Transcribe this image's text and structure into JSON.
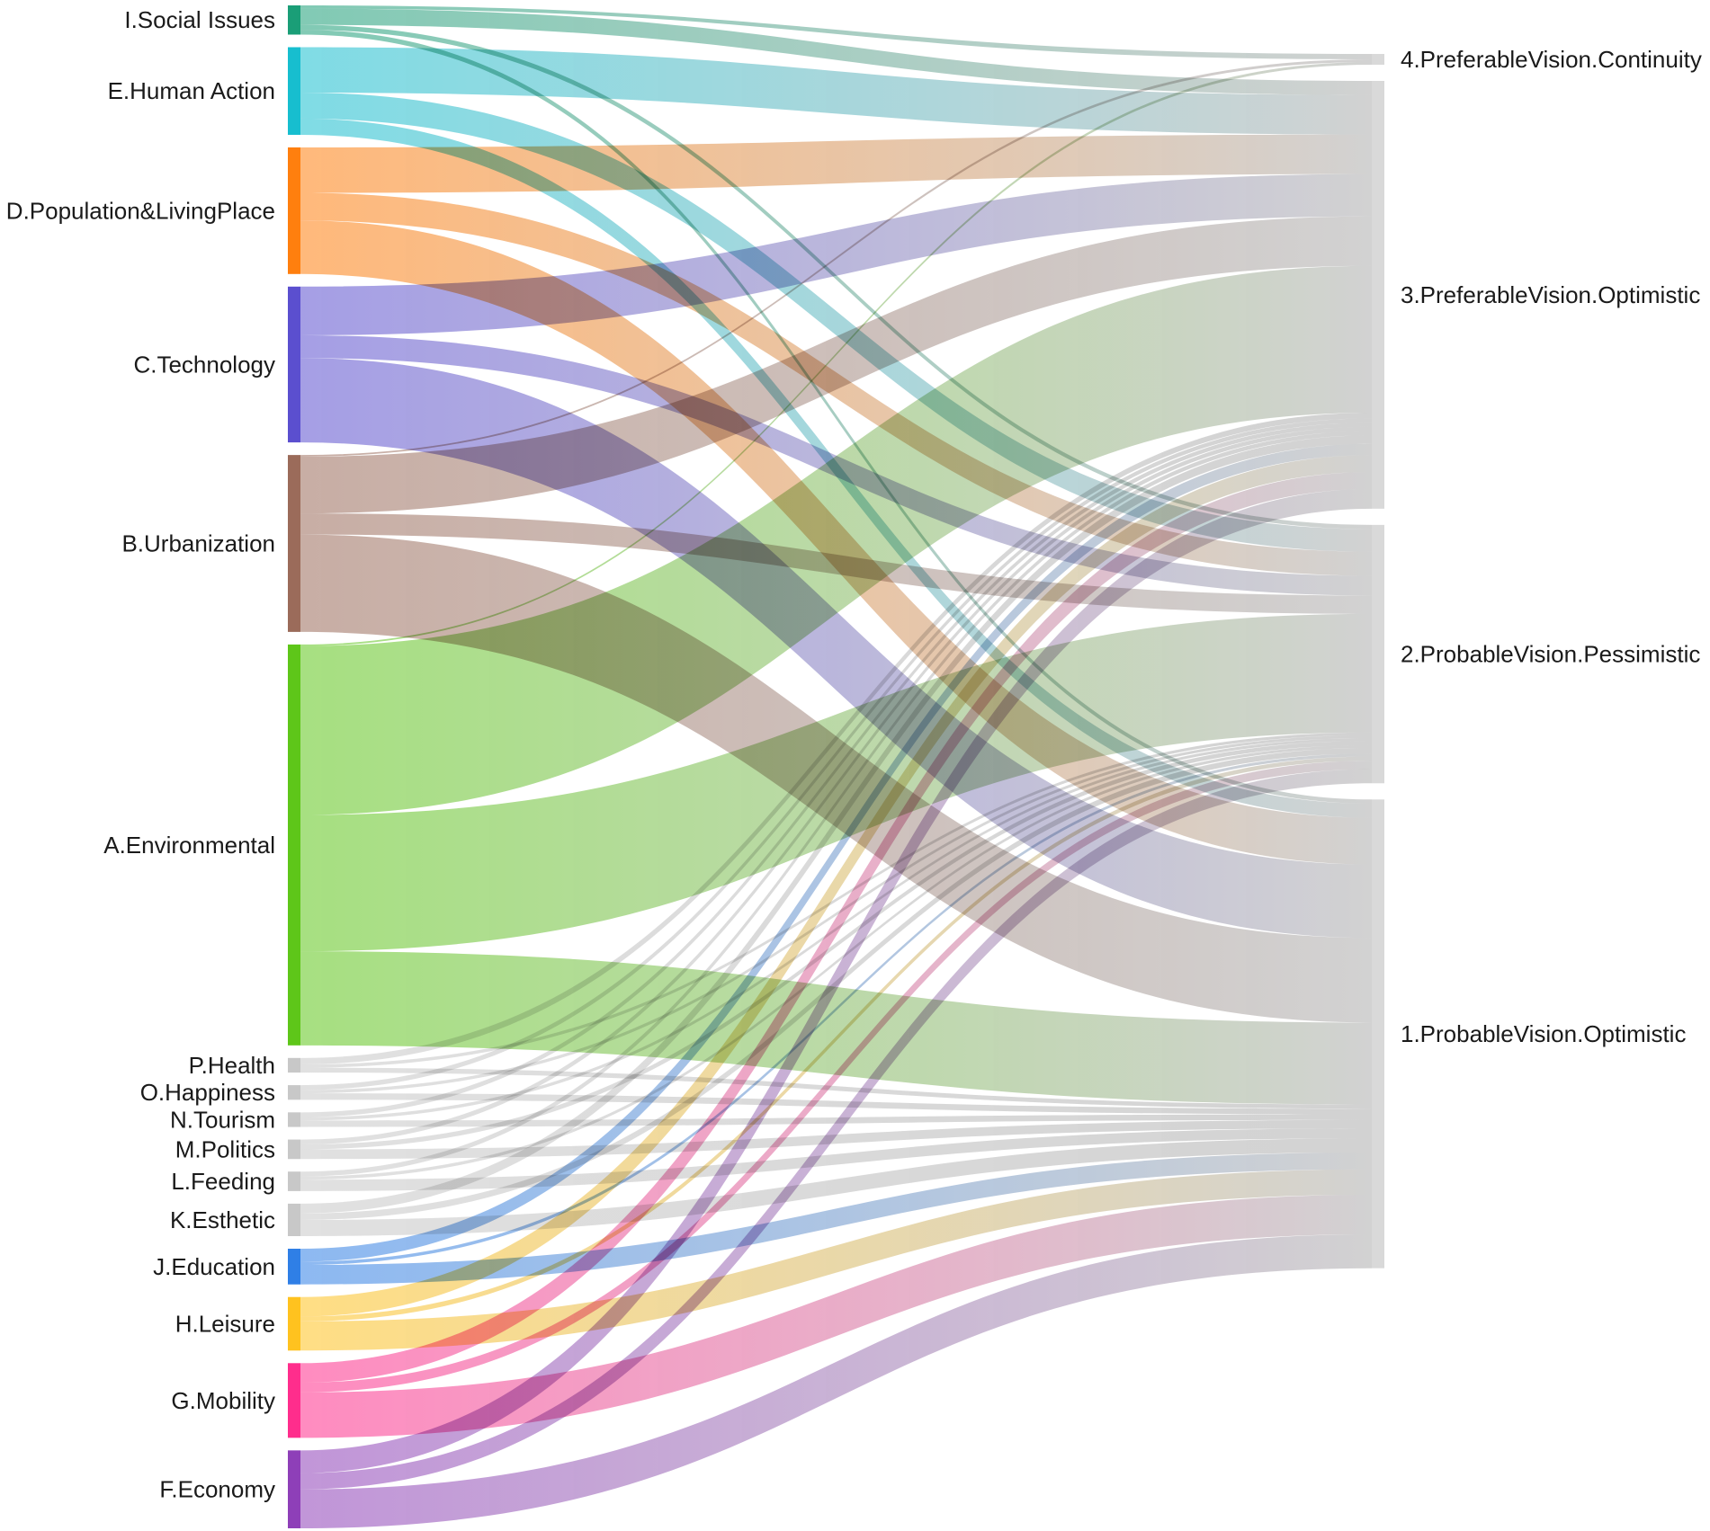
{
  "chart_data": {
    "type": "sankey",
    "title": "",
    "sources": [
      {
        "id": "I",
        "label": "I.Social Issues",
        "color": "#1a9e77",
        "flows": [
          [
            "P4",
            2
          ],
          [
            "P3",
            10
          ],
          [
            "V2",
            3
          ],
          [
            "V1",
            3
          ]
        ]
      },
      {
        "id": "E",
        "label": "E.Human Action",
        "color": "#17becf",
        "flows": [
          [
            "P3",
            28
          ],
          [
            "V2",
            16
          ],
          [
            "V1",
            10
          ]
        ]
      },
      {
        "id": "D",
        "label": "D.Population&LivingPlace",
        "color": "#ff7f0e",
        "flows": [
          [
            "P3",
            28
          ],
          [
            "V2",
            17
          ],
          [
            "V1",
            33
          ]
        ]
      },
      {
        "id": "C",
        "label": "C.Technology",
        "color": "#5b4fcf",
        "flows": [
          [
            "P3",
            30
          ],
          [
            "V2",
            14
          ],
          [
            "V1",
            52
          ]
        ]
      },
      {
        "id": "B",
        "label": "B.Urbanization",
        "color": "#9b6b5a",
        "flows": [
          [
            "P4",
            1
          ],
          [
            "P3",
            35
          ],
          [
            "V2",
            13
          ],
          [
            "V1",
            60
          ]
        ]
      },
      {
        "id": "A",
        "label": "A.Environmental",
        "color": "#5ec619",
        "flows": [
          [
            "P4",
            1
          ],
          [
            "P3",
            104
          ],
          [
            "V2",
            84
          ],
          [
            "V1",
            58
          ]
        ]
      },
      {
        "id": "P",
        "label": "P.Health",
        "color": "#c8c8c8",
        "flows": [
          [
            "P3",
            4
          ],
          [
            "V2",
            2
          ],
          [
            "V1",
            3
          ]
        ]
      },
      {
        "id": "O",
        "label": "O.Happiness",
        "color": "#c8c8c8",
        "flows": [
          [
            "P3",
            3
          ],
          [
            "V2",
            2
          ],
          [
            "V1",
            4
          ]
        ]
      },
      {
        "id": "N",
        "label": "N.Tourism",
        "color": "#c8c8c8",
        "flows": [
          [
            "P3",
            3
          ],
          [
            "V2",
            2
          ],
          [
            "V1",
            4
          ]
        ]
      },
      {
        "id": "M",
        "label": "M.Politics",
        "color": "#c8c8c8",
        "flows": [
          [
            "P3",
            3
          ],
          [
            "V2",
            3
          ],
          [
            "V1",
            6
          ]
        ]
      },
      {
        "id": "L",
        "label": "L.Feeding",
        "color": "#c8c8c8",
        "flows": [
          [
            "P3",
            3
          ],
          [
            "V2",
            2
          ],
          [
            "V1",
            7
          ]
        ]
      },
      {
        "id": "K",
        "label": "K.Esthetic",
        "color": "#c8c8c8",
        "flows": [
          [
            "P3",
            6
          ],
          [
            "V2",
            4
          ],
          [
            "V1",
            10
          ]
        ]
      },
      {
        "id": "J",
        "label": "J.Education",
        "color": "#2f7fe6",
        "flows": [
          [
            "P3",
            8
          ],
          [
            "V2",
            2
          ],
          [
            "V1",
            12
          ]
        ]
      },
      {
        "id": "H",
        "label": "H.Leisure",
        "color": "#ffc21f",
        "flows": [
          [
            "P3",
            12
          ],
          [
            "V2",
            3
          ],
          [
            "V1",
            18
          ]
        ]
      },
      {
        "id": "G",
        "label": "G.Mobility",
        "color": "#ff2d8c",
        "flows": [
          [
            "P3",
            12
          ],
          [
            "V2",
            6
          ],
          [
            "V1",
            28
          ]
        ]
      },
      {
        "id": "F",
        "label": "F.Economy",
        "color": "#8e3fb8",
        "flows": [
          [
            "P3",
            14
          ],
          [
            "V2",
            10
          ],
          [
            "V1",
            24
          ]
        ]
      }
    ],
    "targets": [
      {
        "id": "P4",
        "label": "4.PreferableVision.Continuity",
        "color": "#d9d9d9"
      },
      {
        "id": "P3",
        "label": "3.PreferableVision.Optimistic",
        "color": "#d9d9d9"
      },
      {
        "id": "V2",
        "label": "2.ProbableVision.Pessimistic",
        "color": "#d9d9d9"
      },
      {
        "id": "V1",
        "label": "1.ProbableVision.Optimistic",
        "color": "#d9d9d9"
      }
    ],
    "legend": "none",
    "grid": false
  }
}
